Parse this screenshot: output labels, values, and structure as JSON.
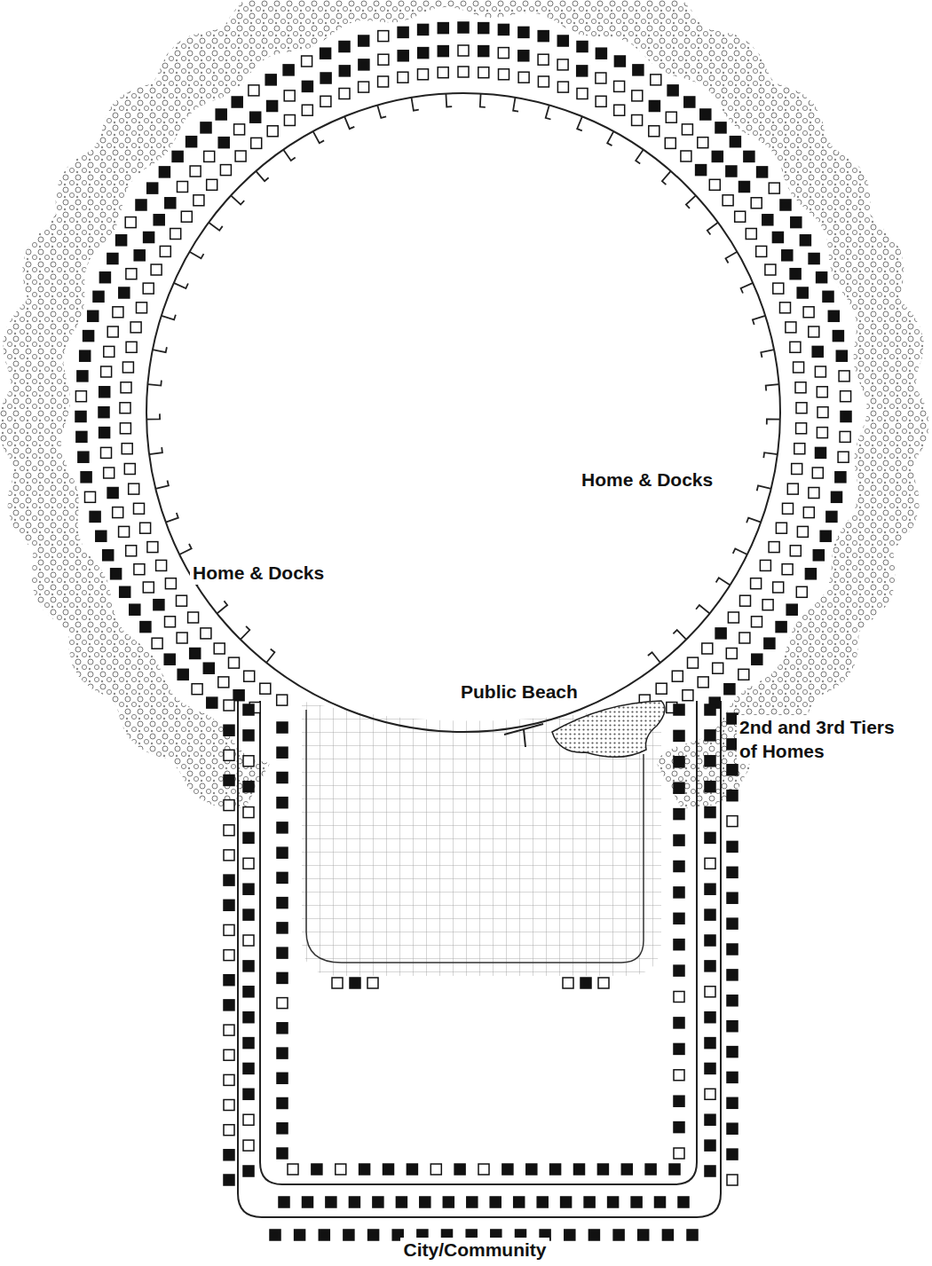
{
  "diagram": {
    "labels": [
      "Home & Docks",
      "Home & Docks",
      "Public Beach",
      "2nd and 3rd Tiers of Homes",
      "City/Community"
    ]
  }
}
